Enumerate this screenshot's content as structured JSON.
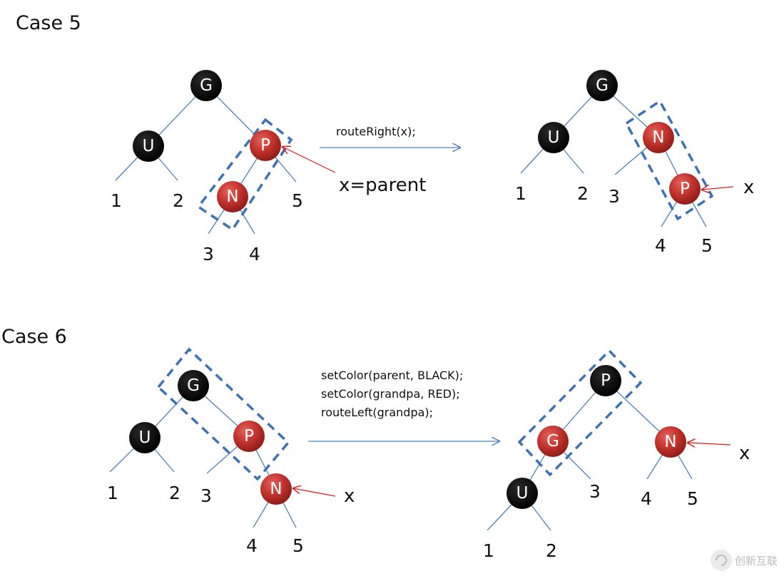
{
  "case5": {
    "title": "Case 5",
    "operation": "routeRight(x);",
    "pointer_label": "x=parent",
    "after_pointer_label": "x",
    "before": {
      "nodes": [
        "G",
        "U",
        "P",
        "N"
      ],
      "leaves": [
        "1",
        "2",
        "5",
        "3",
        "4"
      ]
    },
    "after": {
      "nodes": [
        "G",
        "U",
        "N",
        "P"
      ],
      "leaves": [
        "1",
        "2",
        "3",
        "4",
        "5"
      ]
    }
  },
  "case6": {
    "title": "Case 6",
    "operations": [
      "setColor(parent, BLACK);",
      "setColor(grandpa, RED);",
      "routeLeft(grandpa);"
    ],
    "pointer_label": "x",
    "after_pointer_label": "x",
    "before": {
      "nodes": [
        "G",
        "U",
        "P",
        "N"
      ],
      "leaves": [
        "1",
        "2",
        "3",
        "4",
        "5"
      ]
    },
    "after": {
      "nodes": [
        "P",
        "G",
        "N",
        "U"
      ],
      "leaves": [
        "3",
        "4",
        "5",
        "1",
        "2"
      ]
    }
  },
  "colors": {
    "black_node": "#000000",
    "red_node": "#c0312b",
    "edge": "#4f81bd",
    "dashed_box": "#3f72b0",
    "pointer_arrow": "#e01b1b"
  },
  "watermark": {
    "icon": "logo-icon",
    "text": "创新互联"
  }
}
